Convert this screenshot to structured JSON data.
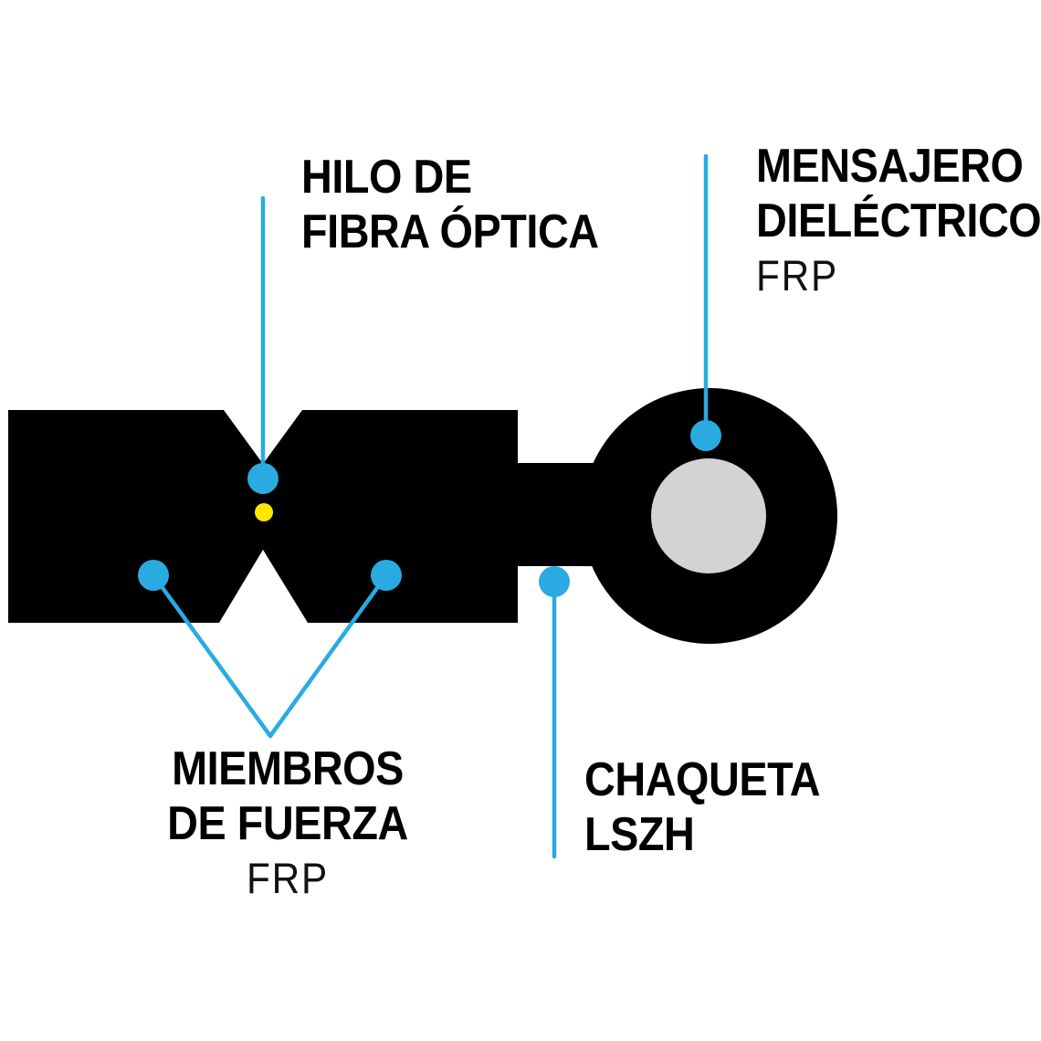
{
  "background": "#ffffff",
  "colors": {
    "cable_black": "#000000",
    "accent_blue": "#29ABE2",
    "fiber_yellow": "#FFE600",
    "messenger_gray": "#D1D3D4"
  },
  "labels": {
    "fiber": {
      "line1": "HILO DE",
      "line2": "FIBRA ÓPTICA"
    },
    "messenger": {
      "line1": "MENSAJERO",
      "line2": "DIELÉCTRICO",
      "material": "FRP"
    },
    "strength": {
      "line1": "MIEMBROS",
      "line2": "DE FUERZA",
      "material": "FRP"
    },
    "jacket": {
      "line1": "CHAQUETA",
      "line2": "LSZH"
    }
  }
}
